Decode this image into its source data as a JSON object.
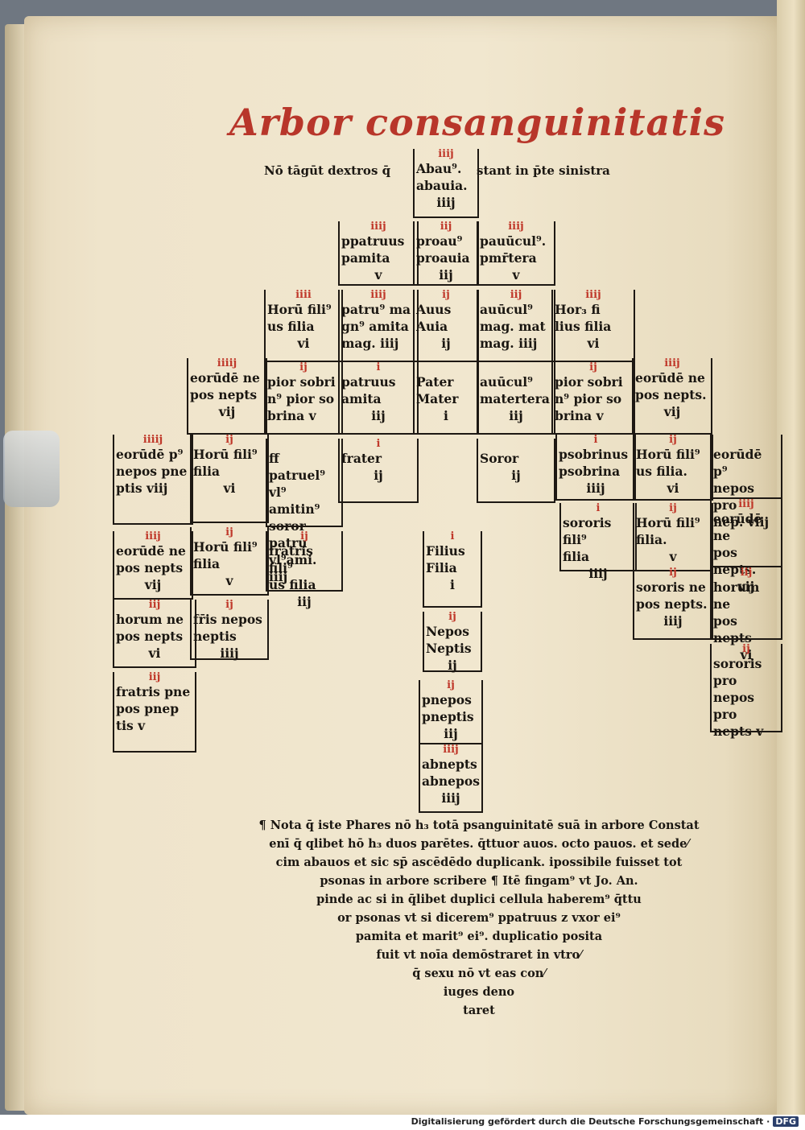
{
  "title": "Arbor consanguinitatis",
  "subtitle": {
    "left": "Nō tāgūt dextros q̄",
    "right": "stant in p̄te sinistra"
  },
  "cells": [
    {
      "id": "c_abau",
      "num": "iiij",
      "text": "Abau⁹.\nabauia.",
      "deg": "iiij"
    },
    {
      "id": "c_ppat",
      "num": "iiij",
      "text": "ppatruus\npamita",
      "deg": "v"
    },
    {
      "id": "c_proau",
      "num": "iij",
      "text": "proau⁹\nproauia",
      "deg": "iij"
    },
    {
      "id": "c_pauu",
      "num": "iiij",
      "text": "pauūcul⁹.\npmr̄tera",
      "deg": "v"
    },
    {
      "id": "c_horu1",
      "num": "iiii",
      "text": "Horū fili⁹\nus filia",
      "deg": "vi"
    },
    {
      "id": "c_patru",
      "num": "iiij",
      "text": "patru⁹ ma\ngn⁹ amita\nmag.  iiij",
      "deg": ""
    },
    {
      "id": "c_auus",
      "num": "ij",
      "text": "Auus\nAuia",
      "deg": "ij"
    },
    {
      "id": "c_auunc",
      "num": "iij",
      "text": "auūcul⁹\nmag. mat\nmag.  iiij",
      "deg": ""
    },
    {
      "id": "c_hor2",
      "num": "iiij",
      "text": "Hor₃ fi\nlius filia",
      "deg": "vi"
    },
    {
      "id": "c_eor1",
      "num": "iiiij",
      "text": "eorūdē ne\npos nepts",
      "deg": "vij"
    },
    {
      "id": "c_pior1",
      "num": "ij",
      "text": "pior sobri\nn⁹ pior so\nbrina  v",
      "deg": ""
    },
    {
      "id": "c_patr2",
      "num": "i",
      "text": "patruus\namita",
      "deg": "iij"
    },
    {
      "id": "c_pater",
      "num": "",
      "text": "Pater\nMater",
      "deg": "i"
    },
    {
      "id": "c_auunc2",
      "num": "",
      "text": "auūcul⁹\nmatertera",
      "deg": "iij"
    },
    {
      "id": "c_pior2",
      "num": "ij",
      "text": "pior sobri\nn⁹ pior so\nbrina  v",
      "deg": ""
    },
    {
      "id": "c_eor2",
      "num": "iiij",
      "text": "eorūdē ne\npos nepts.",
      "deg": "vij"
    },
    {
      "id": "c_eor3",
      "num": "iiiij",
      "text": "eorūdē p⁹\nnepos pne\nptis  viij",
      "deg": ""
    },
    {
      "id": "c_hor3",
      "num": "ij",
      "text": "Horū fili⁹\nfilia",
      "deg": "vi"
    },
    {
      "id": "c_fpat",
      "num": "",
      "text": "ff patruel⁹\nvl⁹ amitin⁹\nsoror patru\nvl⁹ami. iiij",
      "deg": ""
    },
    {
      "id": "c_frat",
      "num": "i",
      "text": "frater",
      "deg": "ij"
    },
    {
      "id": "c_soror",
      "num": "",
      "text": "Soror",
      "deg": "ij"
    },
    {
      "id": "c_psob",
      "num": "i",
      "text": "psobrinus\npsobrina",
      "deg": "iiij"
    },
    {
      "id": "c_hor4",
      "num": "ij",
      "text": "Horū fili⁹\nus filia.",
      "deg": "vi"
    },
    {
      "id": "c_eor4",
      "num": "",
      "text": "eorūdē p⁹\nnepos pro\nnep.  viij",
      "deg": ""
    },
    {
      "id": "c_eor5",
      "num": "iiij",
      "text": "eorūdē ne\npos nepts",
      "deg": "vij"
    },
    {
      "id": "c_hor5",
      "num": "ij",
      "text": "Horū fili⁹\nfilia",
      "deg": "v"
    },
    {
      "id": "c_frfi",
      "num": "ij",
      "text": "fratris fili⁹\nus filia",
      "deg": "iij"
    },
    {
      "id": "c_filius",
      "num": "i",
      "text": "Filius\nFilia",
      "deg": "i"
    },
    {
      "id": "c_soro1",
      "num": "i",
      "text": "sororis fili⁹\nfilia",
      "deg": "iiij"
    },
    {
      "id": "c_hor6",
      "num": "ij",
      "text": "Horū fili⁹\nfilia.",
      "deg": "v"
    },
    {
      "id": "c_eor6",
      "num": "iiij",
      "text": "eorūdē ne\npos nepts.",
      "deg": "vij"
    },
    {
      "id": "c_horu7",
      "num": "iij",
      "text": "horum ne\npos nepts",
      "deg": "vi"
    },
    {
      "id": "c_frne",
      "num": "ij",
      "text": "fr̄is nepos\nneptis",
      "deg": "iiij"
    },
    {
      "id": "c_nepos",
      "num": "ij",
      "text": "Nepos\nNeptis",
      "deg": "ij"
    },
    {
      "id": "c_soro2",
      "num": "ij",
      "text": "sororis ne\npos nepts.",
      "deg": "iiij"
    },
    {
      "id": "c_horu8",
      "num": "iij",
      "text": "horum ne\npos nepts",
      "deg": "vi"
    },
    {
      "id": "c_frpn",
      "num": "iij",
      "text": "fratris pne\npos pnep\ntis  v",
      "deg": ""
    },
    {
      "id": "c_pnep",
      "num": "ij",
      "text": "pnepos\npneptis",
      "deg": "iij"
    },
    {
      "id": "c_sorpro",
      "num": "ij",
      "text": "sororis pro\nnepos pro\nnepts  v",
      "deg": ""
    },
    {
      "id": "c_abne",
      "num": "iiij",
      "text": "abnepts\nabnepos",
      "deg": "iiij"
    }
  ],
  "note": [
    "¶ Nota q̄ iste Phares nō h₃ totā psanguinitatē suā in arbore Constat",
    "enī q̄ qlibet hō h₃ duos parētes. q̄ttuor auos. octo pauos. et sede⁄",
    "cim abauos et sic sp̄ ascēdēdo duplicank. ipossibile fuisset tot",
    "psonas in arbore scribere   ¶ Itē fingam⁹ vt Jo. An.",
    "pinde ac si in q̄libet duplici cellula haberem⁹ q̄ttu",
    "or psonas vt si dicerem⁹ ppatruus z vxor ei⁹",
    "pamita et marit⁹ ei⁹. duplicatio posita",
    "fuit vt noīa demōstraret in vtro⁄",
    "q̄ sexu nō vt eas con⁄",
    "iuges deno",
    "taret"
  ],
  "credit": {
    "text": "Digitalisierung gefördert durch die Deutsche Forschungsgemeinschaft ·",
    "logo": "DFG"
  },
  "colors": {
    "rubric": "#b8362a",
    "ink": "#1b1712",
    "paper": "#f1e7cf"
  }
}
